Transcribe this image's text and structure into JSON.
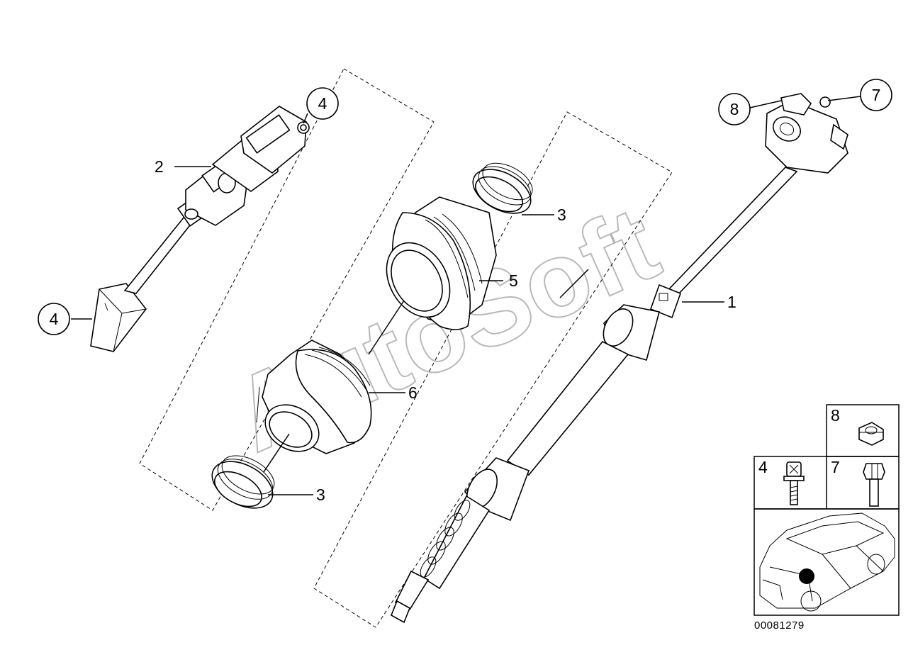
{
  "callouts": [
    {
      "key": "c1",
      "label": "1"
    },
    {
      "key": "c2",
      "label": "2"
    },
    {
      "key": "c3a",
      "label": "3"
    },
    {
      "key": "c3b",
      "label": "3"
    },
    {
      "key": "c4a",
      "label": "4"
    },
    {
      "key": "c4b",
      "label": "4"
    },
    {
      "key": "c5",
      "label": "5"
    },
    {
      "key": "c6",
      "label": "6"
    },
    {
      "key": "c7",
      "label": "7"
    },
    {
      "key": "c8",
      "label": "8"
    }
  ],
  "hardware_table": {
    "cells": [
      {
        "label": "8",
        "icon": "hex-nut-icon"
      },
      {
        "label": "4",
        "icon": "torx-bolt-icon"
      },
      {
        "label": "7",
        "icon": "hex-bolt-icon"
      }
    ]
  },
  "locator": {
    "icon": "car-outline-icon",
    "marker_color": "#000000"
  },
  "watermark": "AutoSoft",
  "catalog_number": "00081279"
}
